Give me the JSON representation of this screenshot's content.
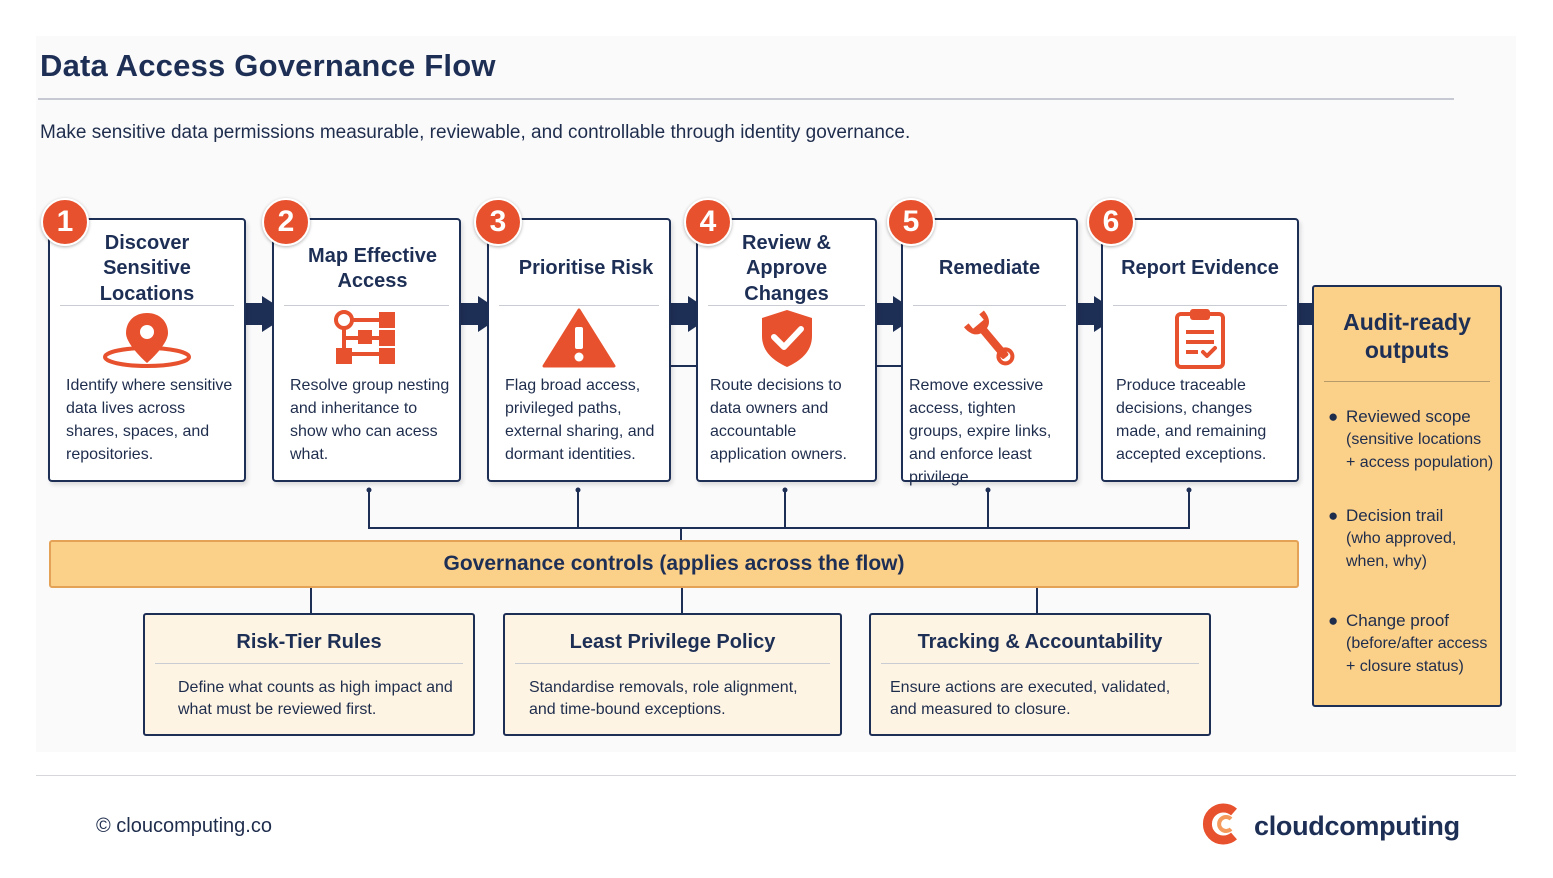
{
  "header": {
    "title": "Data Access Governance Flow",
    "subtitle": "Make sensitive data permissions measurable, reviewable, and controllable through identity governance."
  },
  "steps": [
    {
      "number": "1",
      "title": "Discover\nSensitive Locations",
      "icon": "location-pin-icon",
      "description": "Identify where sensitive data lives across shares, spaces, and repositories."
    },
    {
      "number": "2",
      "title": "Map Effective\nAccess",
      "icon": "hierarchy-icon",
      "description": "Resolve group nesting and inheritance to show who can acess what."
    },
    {
      "number": "3",
      "title": "Prioritise Risk",
      "icon": "warning-icon",
      "description": "Flag broad access, privileged paths, external sharing, and dormant identities."
    },
    {
      "number": "4",
      "title": "Review &\nApprove Changes",
      "icon": "shield-check-icon",
      "description": "Route decisions to data owners and accountable application owners."
    },
    {
      "number": "5",
      "title": "Remediate",
      "icon": "wrench-icon",
      "description": "Remove excessive access, tighten groups, expire links, and enforce least privilege."
    },
    {
      "number": "6",
      "title": "Report Evidence",
      "icon": "clipboard-icon",
      "description": "Produce traceable decisions, changes made, and remaining accepted exceptions."
    }
  ],
  "governance_bar": {
    "label": "Governance controls (applies across the flow)"
  },
  "controls": [
    {
      "title": "Risk-Tier Rules",
      "description": "Define what counts as high impact and what must be reviewed first."
    },
    {
      "title": "Least Privilege Policy",
      "description": "Standardise removals, role alignment, and time-bound exceptions."
    },
    {
      "title": "Tracking & Accountability",
      "description": "Ensure actions are executed, validated, and measured to closure."
    }
  ],
  "audit": {
    "title": "Audit-ready\noutputs",
    "bullet_glyph": "●",
    "items": [
      {
        "lead": "Reviewed scope",
        "detail": "(sensitive locations\n+ access population)"
      },
      {
        "lead": "Decision trail",
        "detail": "(who approved,\nwhen, why)"
      },
      {
        "lead": "Change proof",
        "detail": "(before/after access\n+ closure status)"
      }
    ]
  },
  "footer": {
    "copyright": "© cloucomputing.co",
    "brand": "cloudcomputing"
  },
  "colors": {
    "navy": "#1e2f56",
    "accent_orange": "#e8512d",
    "highlight_yellow": "#fbd089"
  }
}
